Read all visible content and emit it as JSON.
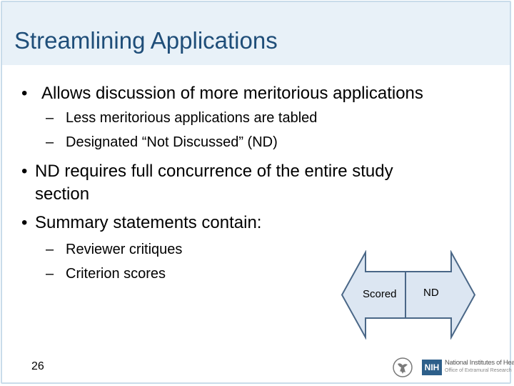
{
  "slide": {
    "title": "Streamlining Applications",
    "page_number": "26"
  },
  "bullets": {
    "b1": "Allows discussion of more meritorious applications",
    "b1_sub": [
      "Less meritorious applications are tabled",
      "Designated “Not Discussed” (ND)"
    ],
    "b2_line1": "ND requires full concurrence of the entire study",
    "b2_line2": "section",
    "b3": "Summary statements contain:",
    "b3_sub": [
      "Reviewer critiques",
      "Criterion scores"
    ],
    "bullet_glyph": "•",
    "dash_glyph": "–"
  },
  "diagram": {
    "left_label": "Scored",
    "right_label": "ND",
    "fill_color": "#dce6f2",
    "stroke_color": "#4a6787"
  },
  "footer": {
    "hhs_logo_icon": "hhs-eagle-icon",
    "nih_abbr": "NIH",
    "nih_name": "National Institutes of Health",
    "nih_office": "Office of Extramural Research"
  }
}
